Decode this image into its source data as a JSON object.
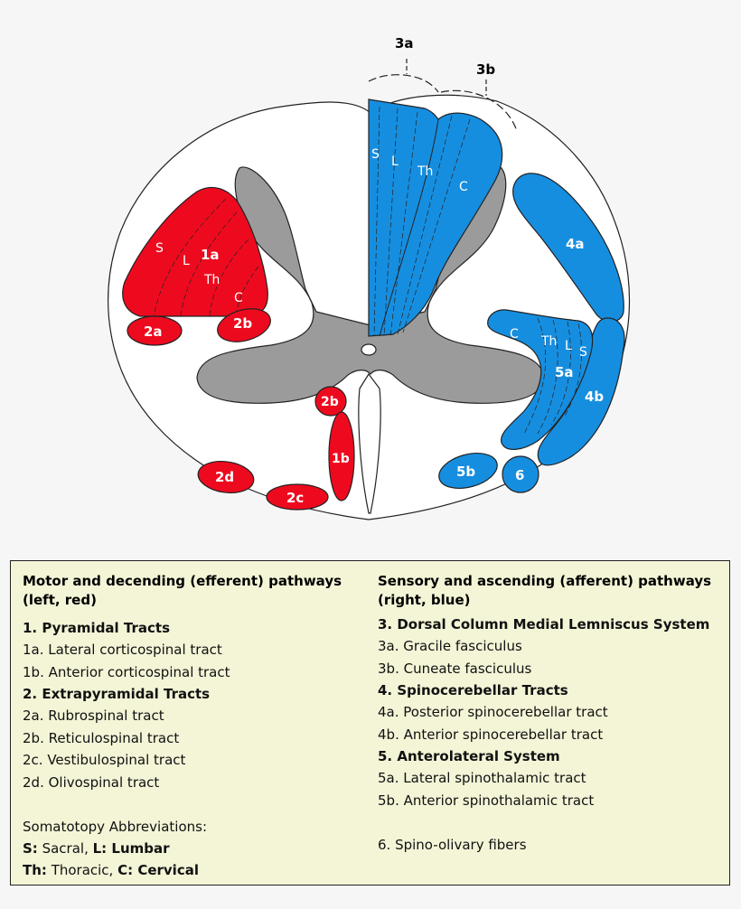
{
  "diagram": {
    "colors": {
      "motor": "#ee0a1e",
      "sensory": "#168ee0",
      "gray_matter": "#9b9b9b",
      "outline": "#222222"
    },
    "labels": {
      "top_3a": "3a",
      "top_3b": "3b",
      "s_left": "S",
      "l_left": "L",
      "label_1a": "1a",
      "th_left": "Th",
      "c_left": "C",
      "label_2a": "2a",
      "label_2b_upper": "2b",
      "label_2b_lower": "2b",
      "label_1b": "1b",
      "label_2c": "2c",
      "label_2d": "2d",
      "s_dorsal": "S",
      "l_dorsal": "L",
      "th_dorsal": "Th",
      "c_dorsal": "C",
      "label_4a": "4a",
      "label_4b": "4b",
      "c_al": "C",
      "th_al": "Th",
      "l_al": "L",
      "s_al": "S",
      "label_5a": "5a",
      "label_5b": "5b",
      "label_6": "6"
    }
  },
  "legend": {
    "left": {
      "title_line1": "Motor and decending (efferent) pathways",
      "title_line2": "(left, red)",
      "items": [
        "1. Pyramidal Tracts",
        "1a. Lateral corticospinal tract",
        "1b. Anterior corticospinal tract",
        "2. Extrapyramidal Tracts",
        "2a. Rubrospinal tract",
        "2b. Reticulospinal tract",
        "2c. Vestibulospinal tract",
        "2d. Olivospinal tract"
      ],
      "abbrev_title": "Somatotopy Abbreviations:",
      "abbrev_s_key": "S:",
      "abbrev_s_val": " Sacral, ",
      "abbrev_l_key": "L: Lumbar",
      "abbrev_th_key": "Th:",
      "abbrev_th_val": " Thoracic, ",
      "abbrev_c_key": "C: Cervical"
    },
    "right": {
      "title_line1": "Sensory and ascending (afferent) pathways",
      "title_line2": "(right, blue)",
      "items": [
        "3. Dorsal Column Medial Lemniscus System",
        "3a. Gracile fasciculus",
        "3b. Cuneate fasciculus",
        "4. Spinocerebellar Tracts",
        "4a. Posterior spinocerebellar tract",
        "4b. Anterior spinocerebellar tract",
        "5. Anterolateral System",
        "5a. Lateral spinothalamic tract",
        "5b. Anterior spinothalamic tract",
        "6. Spino-olivary fibers"
      ]
    }
  }
}
